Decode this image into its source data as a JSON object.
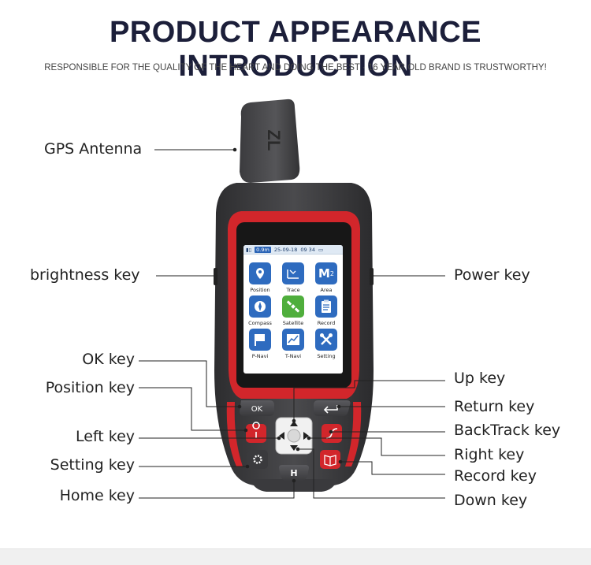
{
  "header": {
    "title": "PRODUCT APPEARANCE INTRODUCTION",
    "subtitle": "RESPONSIBLE FOR THE QUALITY OF THE HEART AND DOING THE BEST  · 16 YEAR OLD BRAND IS TRUSTWORTHY!"
  },
  "device": {
    "brand_mark": "ZL",
    "status": {
      "accuracy": "0.9m",
      "date": "25-09-18",
      "time": "09 34"
    },
    "apps": [
      {
        "label": "Position",
        "icon": "pin-icon"
      },
      {
        "label": "Trace",
        "icon": "trace-icon"
      },
      {
        "label": "Area",
        "icon": "area-icon"
      },
      {
        "label": "Compass",
        "icon": "compass-icon"
      },
      {
        "label": "Satellite",
        "icon": "satellite-icon"
      },
      {
        "label": "Record",
        "icon": "record-icon"
      },
      {
        "label": "P-Navi",
        "icon": "flag-icon"
      },
      {
        "label": "T-Navi",
        "icon": "route-icon"
      },
      {
        "label": "Setting",
        "icon": "tools-icon"
      }
    ],
    "keys": {
      "ok": "OK",
      "home": "H",
      "area_sup": "2",
      "area_letter": "M"
    }
  },
  "callouts": {
    "gps_antenna": "GPS Antenna",
    "brightness_key": "brightness key",
    "power_key": "Power key",
    "ok_key": "OK key",
    "position_key": "Position key",
    "left_key": "Left key",
    "setting_key": "Setting key",
    "home_key": "Home key",
    "up_key": "Up key",
    "return_key": "Return key",
    "backtrack_key": "BackTrack key",
    "right_key": "Right key",
    "record_key": "Record key",
    "down_key": "Down key"
  }
}
